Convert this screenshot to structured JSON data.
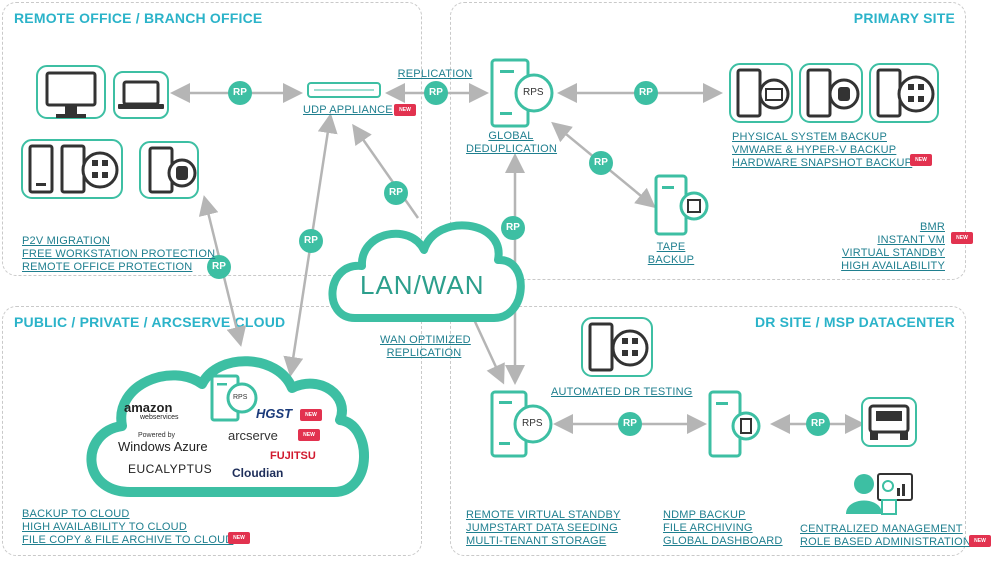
{
  "regions": {
    "remote_office": "REMOTE OFFICE / BRANCH OFFICE",
    "primary_site": "PRIMARY SITE",
    "cloud": "PUBLIC / PRIVATE / ARCSERVE CLOUD",
    "dr_site": "DR SITE / MSP DATACENTER"
  },
  "center": {
    "lan_wan": "LAN/WAN",
    "wan_optimized_1": "WAN OPTIMIZED",
    "wan_optimized_2": "REPLICATION"
  },
  "nodes": {
    "udp_appliance": "UDP APPLIANCE",
    "replication": "REPLICATION",
    "global_dedup_1": "GLOBAL",
    "global_dedup_2": "DEDUPLICATION",
    "tape_1": "TAPE",
    "tape_2": "BACKUP",
    "rps": "RPS",
    "auto_dr": "AUTOMATED DR TESTING"
  },
  "rp_label": "RP",
  "new_label": "NEW",
  "remote_features": [
    "P2V MIGRATION",
    "FREE WORKSTATION PROTECTION",
    "REMOTE OFFICE PROTECTION"
  ],
  "primary_features": [
    "PHYSICAL SYSTEM BACKUP",
    "VMWARE & HYPER-V BACKUP",
    "HARDWARE SNAPSHOT BACKUP"
  ],
  "primary_features_2": [
    "BMR",
    "INSTANT VM",
    "VIRTUAL STANDBY",
    "HIGH AVAILABILITY"
  ],
  "cloud_features": [
    "BACKUP TO CLOUD",
    "HIGH AVAILABILITY TO CLOUD",
    "FILE COPY & FILE ARCHIVE TO CLOUD"
  ],
  "dr_features_1": [
    "REMOTE VIRTUAL STANDBY",
    "JUMPSTART DATA SEEDING",
    "MULTI-TENANT STORAGE"
  ],
  "dr_features_2": [
    "NDMP BACKUP",
    "FILE ARCHIVING",
    "GLOBAL DASHBOARD"
  ],
  "dr_features_3": [
    "CENTRALIZED MANAGEMENT",
    "ROLE BASED ADMINISTRATION"
  ],
  "cloud_logos": {
    "amazon_1": "amazon",
    "amazon_2": "webservices",
    "azure_1": "Powered by",
    "azure_2": "Windows Azure",
    "eucalyptus": "EUCALYPTUS",
    "hgst": "HGST",
    "arcserve": "arcserve",
    "fujitsu": "FUJITSU",
    "cloudian": "Cloudian"
  },
  "colors": {
    "teal": "#3dbfa3",
    "title": "#2bb3c9",
    "label": "#1f7f8f",
    "new": "#e2324f",
    "arrow": "#b5b5b5"
  }
}
